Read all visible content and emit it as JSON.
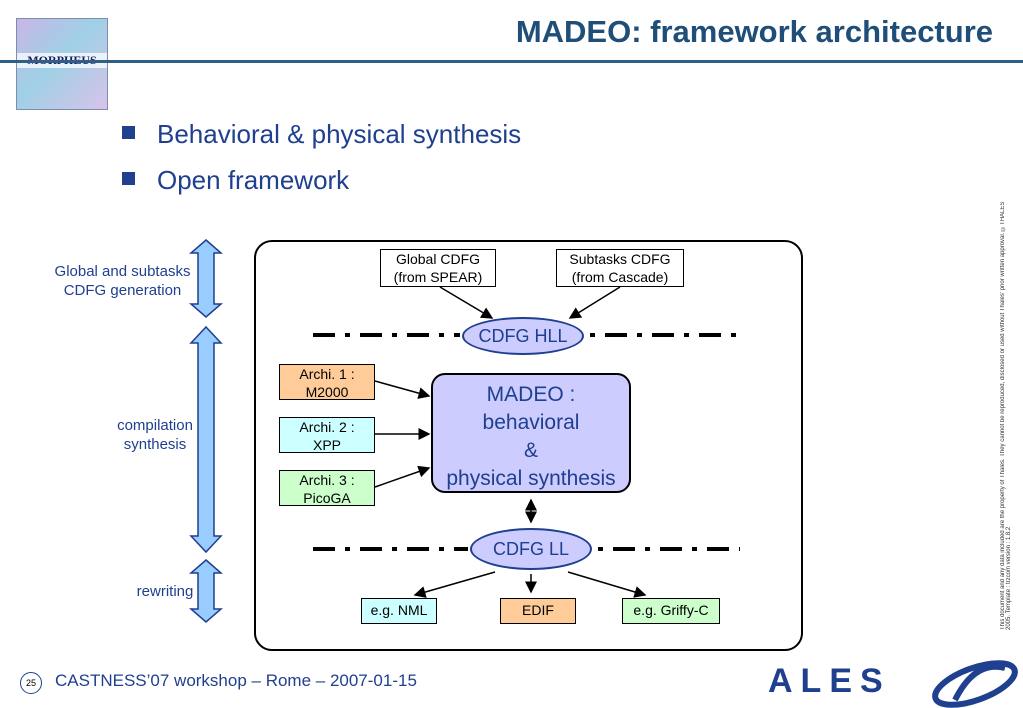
{
  "slide": {
    "title": "MADEO: framework architecture",
    "logo_text": "MORPHEUS",
    "bullets": [
      "Behavioral & physical synthesis",
      "Open framework"
    ],
    "footer": "CASTNESS’07 workshop – Rome – 2007-01-15",
    "page_number": "25",
    "brand": "ALES",
    "side_note": "This document and any data included are the property of Thales. They cannot be reproduced, disclosed or used without Thales' prior written approval. ©THALES 2005. Template : trzcom version : 1.8.2"
  },
  "diagram": {
    "side_labels": {
      "generation": [
        "Global and subtasks",
        "CDFG generation"
      ],
      "compilation": [
        "compilation",
        "synthesis"
      ],
      "rewriting": "rewriting"
    },
    "inputs": {
      "global_cdfg": [
        "Global CDFG",
        "(from SPEAR)"
      ],
      "subtasks_cdfg": [
        "Subtasks CDFG",
        "(from Cascade)"
      ]
    },
    "cdfg_hll": "CDFG HLL",
    "cdfg_ll": "CDFG LL",
    "archis": [
      {
        "line1": "Archi. 1 :",
        "line2": "M2000",
        "color": "#ffcc99"
      },
      {
        "line1": "Archi. 2 :",
        "line2": "XPP",
        "color": "#ccffff"
      },
      {
        "line1": "Archi. 3 :",
        "line2": "PicoGA",
        "color": "#ccffcc"
      }
    ],
    "madeo": [
      "MADEO :",
      "behavioral",
      "&",
      "physical synthesis"
    ],
    "outputs": [
      {
        "label": "e.g. NML",
        "color": "#ccffff"
      },
      {
        "label": "EDIF",
        "color": "#ffcc99"
      },
      {
        "label": "e.g. Griffy-C",
        "color": "#ccffcc"
      }
    ],
    "colors": {
      "accent": "#1f3f8f",
      "ellipse_fill": "#ccccff",
      "side_arrow_fill": "#99ccff"
    }
  }
}
